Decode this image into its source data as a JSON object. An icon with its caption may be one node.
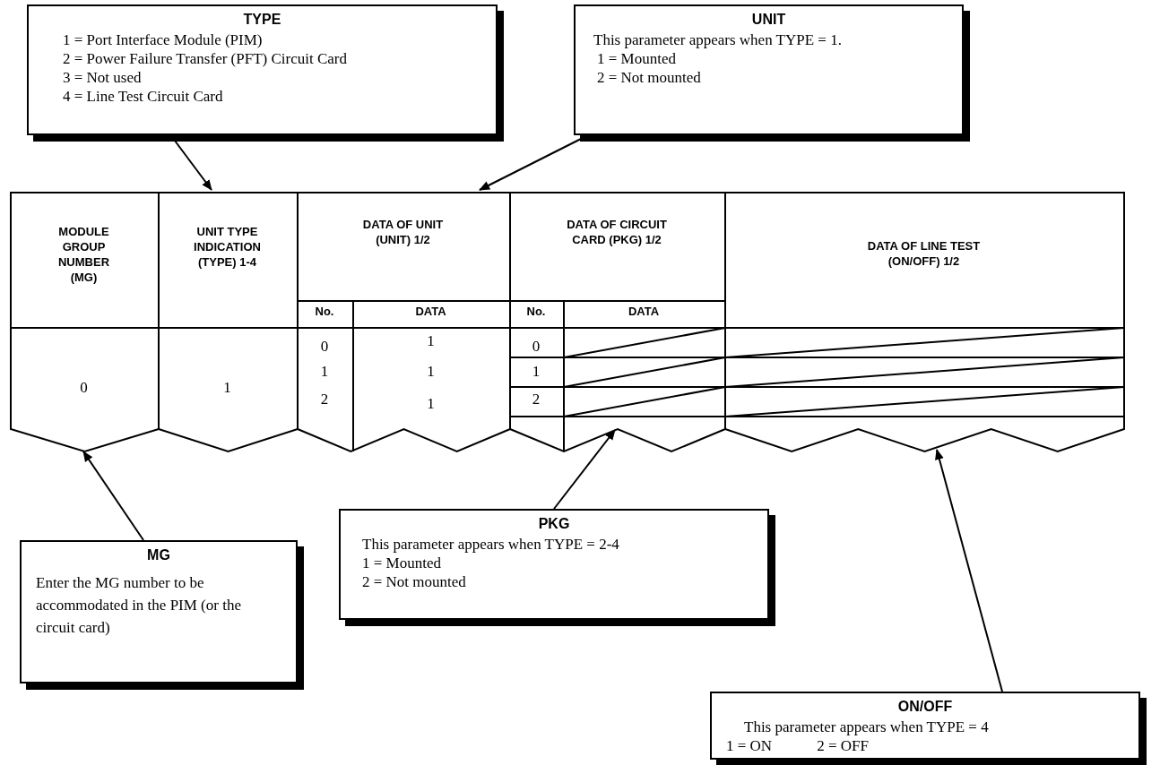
{
  "diagram": {
    "nodes": [
      {
        "text": [
          "TYPE",
          "1 = Port Interface Module (PIM)",
          "2 = Power Failure Transfer (PFT) Circuit Card",
          "3 = Not used",
          "4 = Line Test Circuit Card"
        ]
      },
      {
        "text": [
          "UNIT",
          "This parameter appears when TYPE = 1.",
          "1 = Mounted",
          "2 = Not mounted"
        ]
      },
      {
        "text": [
          "MODULE GROUP NUMBER (MG)"
        ]
      },
      {
        "text": [
          "UNIT TYPE INDICATION (TYPE) 1-4"
        ]
      },
      {
        "text": [
          "DATA OF UNIT (UNIT) 1/2"
        ]
      },
      {
        "text": [
          "DATA OF CIRCUIT CARD (PKG) 1/2"
        ]
      },
      {
        "text": [
          "DATA OF LINE TEST (ON/OFF) 1/2"
        ]
      },
      {
        "text": [
          "PKG",
          "This parameter appears when TYPE = 2-4",
          "1 = Mounted",
          "2 = Not mounted"
        ]
      },
      {
        "text": [
          "MG",
          "Enter the MG number to be accommodated in the PIM (or the circuit card)"
        ]
      },
      {
        "text": [
          "ON/OFF",
          "This parameter appears when TYPE  = 4",
          "1 = ON",
          "2 = OFF"
        ]
      }
    ],
    "edges": [
      {
        "from": 0,
        "to": 3,
        "arrow": "to"
      },
      {
        "from": 1,
        "to": 4,
        "arrow": "to"
      },
      {
        "from": 8,
        "to": 2,
        "arrow": "to"
      },
      {
        "from": 7,
        "to": 5,
        "arrow": "to"
      },
      {
        "from": 9,
        "to": 6,
        "arrow": "to"
      }
    ],
    "labels": [
      "No.",
      "DATA",
      "No.",
      "DATA",
      "0",
      "1",
      "0",
      "1",
      "0",
      "1",
      "1",
      "1",
      "2",
      "1",
      "2"
    ]
  }
}
